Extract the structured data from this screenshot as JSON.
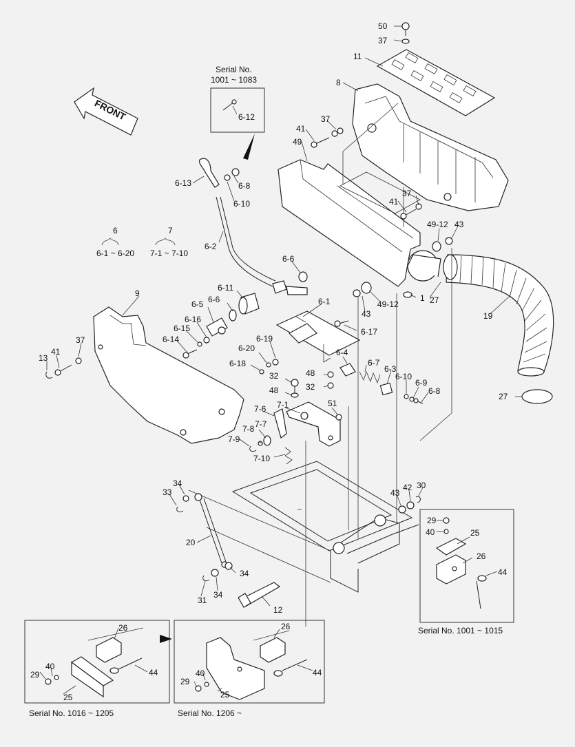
{
  "front_label": "FRONT",
  "group_labels": {
    "g6": "6",
    "g6_range": "6-1 ~ 6-20",
    "g7": "7",
    "g7_range": "7-1 ~ 7-10"
  },
  "serial_notes": {
    "top_title": "Serial No.",
    "top_range": "1001 ~ 1083",
    "right": "Serial No. 1001 ~ 1015",
    "bottom_left": "Serial No. 1016 ~ 1205",
    "bottom_mid": "Serial No. 1206 ~"
  },
  "callouts": {
    "c50": "50",
    "c37a": "37",
    "c11": "11",
    "c8": "8",
    "c6_12": "6-12",
    "c41a": "41",
    "c37b": "37",
    "c49": "49",
    "c6_13": "6-13",
    "c6_8a": "6-8",
    "c6_10a": "6-10",
    "c37c": "37",
    "c41b": "41",
    "c49_12a": "49-12",
    "c43a": "43",
    "c6_2": "6-2",
    "c6_6a": "6-6",
    "c6_11": "6-11",
    "c6_6b": "6-6",
    "c6_5": "6-5",
    "c6_1": "6-1",
    "c27a": "27",
    "c1": "1",
    "c43b": "43",
    "c49_12b": "49-12",
    "c19": "19",
    "c9": "9",
    "c6_16": "6-16",
    "c6_15": "6-15",
    "c6_14": "6-14",
    "c6_17": "6-17",
    "c37d": "37",
    "c41c": "41",
    "c13": "13",
    "c6_19": "6-19",
    "c6_20": "6-20",
    "c6_18": "6-18",
    "c6_4": "6-4",
    "c6_7": "6-7",
    "c6_3": "6-3",
    "c6_10b": "6-10",
    "c6_9": "6-9",
    "c6_8b": "6-8",
    "c48a": "48",
    "c32a": "32",
    "c32b": "32",
    "c48b": "48",
    "c27b": "27",
    "c51": "51",
    "c7_1": "7-1",
    "c7_6": "7-6",
    "c7_8": "7-8",
    "c7_7": "7-7",
    "c7_9": "7-9",
    "c7_10": "7-10",
    "c34a": "34",
    "c33": "33",
    "c43c": "43",
    "c42": "42",
    "c30": "30",
    "c20": "20",
    "c29a": "29",
    "c40a": "40",
    "c25a": "25",
    "c26a": "26",
    "c44a": "44",
    "c34b": "34",
    "c31": "31",
    "c34c": "34",
    "c12": "12",
    "c26b": "26",
    "c29b": "29",
    "c40b": "40",
    "c25b": "25",
    "c44b": "44",
    "c26c": "26",
    "c40c": "40",
    "c29c": "29",
    "c25c": "25",
    "c44c": "44"
  }
}
